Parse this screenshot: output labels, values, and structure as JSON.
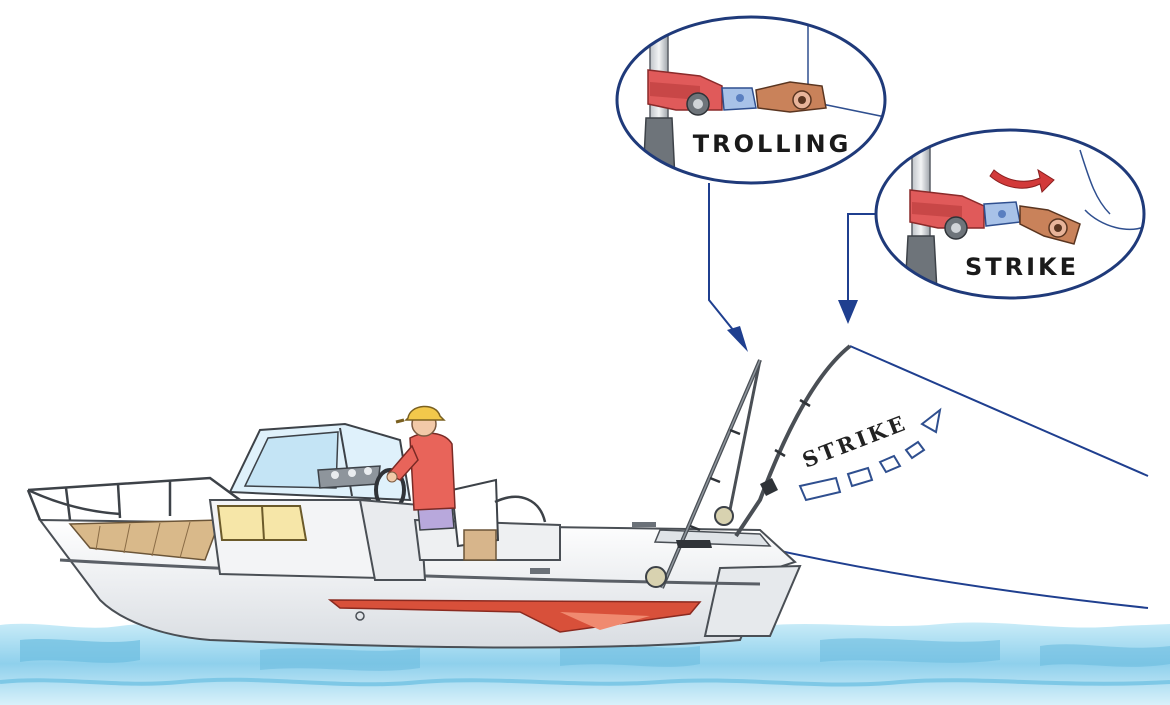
{
  "labels": {
    "trolling": "TROLLING",
    "strike_inset": "STRIKE",
    "strike_arc": "STRIKE"
  },
  "icons": {
    "motion_arrow": "curved-arrow-icon",
    "pointer_arrow": "arrow-down-icon"
  },
  "colors": {
    "line": "#1f3f8f",
    "inset_border": "#1f3a7a",
    "mount_red": "#e05a5a",
    "mount_red_dark": "#b83b3b",
    "clip_blue": "#a8c2e8",
    "strike_arrow": "#d23a3a",
    "water": "#9fd6ec",
    "water_dark": "#63b6dc",
    "hull_stripe": "#d8503a",
    "shirt": "#e8645a",
    "cap": "#f2c84b"
  }
}
